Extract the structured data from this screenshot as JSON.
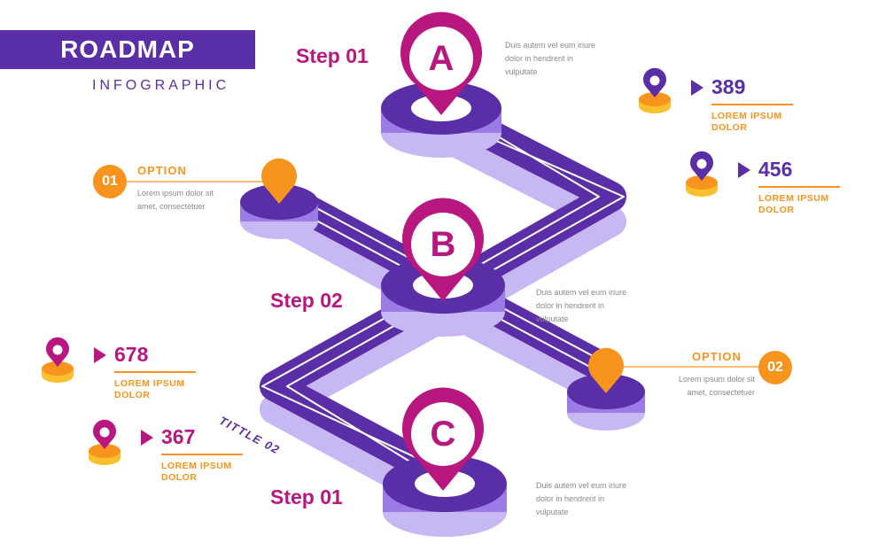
{
  "colors": {
    "purple": "#5a2ea6",
    "purple_light": "#9b7ce6",
    "magenta": "#b7177f",
    "orange": "#f7941d",
    "yellow": "#fbc02d"
  },
  "header": {
    "title": "ROADMAP",
    "subtitle": "INFOGRAPHIC"
  },
  "steps": [
    {
      "label": "Step 01",
      "letter": "A",
      "desc": [
        "Duis autem vel eum iriure",
        "dolor in hendrerit in",
        "vulputate"
      ]
    },
    {
      "label": "Step 02",
      "letter": "B",
      "desc": [
        "Duis autem vel eum iriure",
        "dolor in hendrerit in",
        "vulputate"
      ]
    },
    {
      "label": "Step 01",
      "letter": "C",
      "desc": [
        "Duis autem vel eum iriure",
        "dolor in hendrerit in",
        "vulputate"
      ]
    }
  ],
  "road_titles": [
    "TITTLE 01",
    "TITTLE 02"
  ],
  "options": [
    {
      "badge": "01",
      "label": "OPTION",
      "desc": [
        "Lorem ipsum dolor sit",
        "amet, consectetuer"
      ]
    },
    {
      "badge": "02",
      "label": "OPTION",
      "desc": [
        "Lorem ipsum dolor sit",
        "amet, consectetuer"
      ]
    }
  ],
  "stats": [
    {
      "value": "389",
      "line1": "LOREM IPSUM",
      "line2": "DOLOR"
    },
    {
      "value": "456",
      "line1": "LOREM IPSUM",
      "line2": "DOLOR"
    },
    {
      "value": "678",
      "line1": "LOREM IPSUM",
      "line2": "DOLOR"
    },
    {
      "value": "367",
      "line1": "LOREM IPSUM",
      "line2": "DOLOR"
    }
  ],
  "icons": {
    "stat_marker": "location-pin-icon",
    "stat_arrow": "play-arrow-icon",
    "step_marker": "map-pin-icon"
  }
}
